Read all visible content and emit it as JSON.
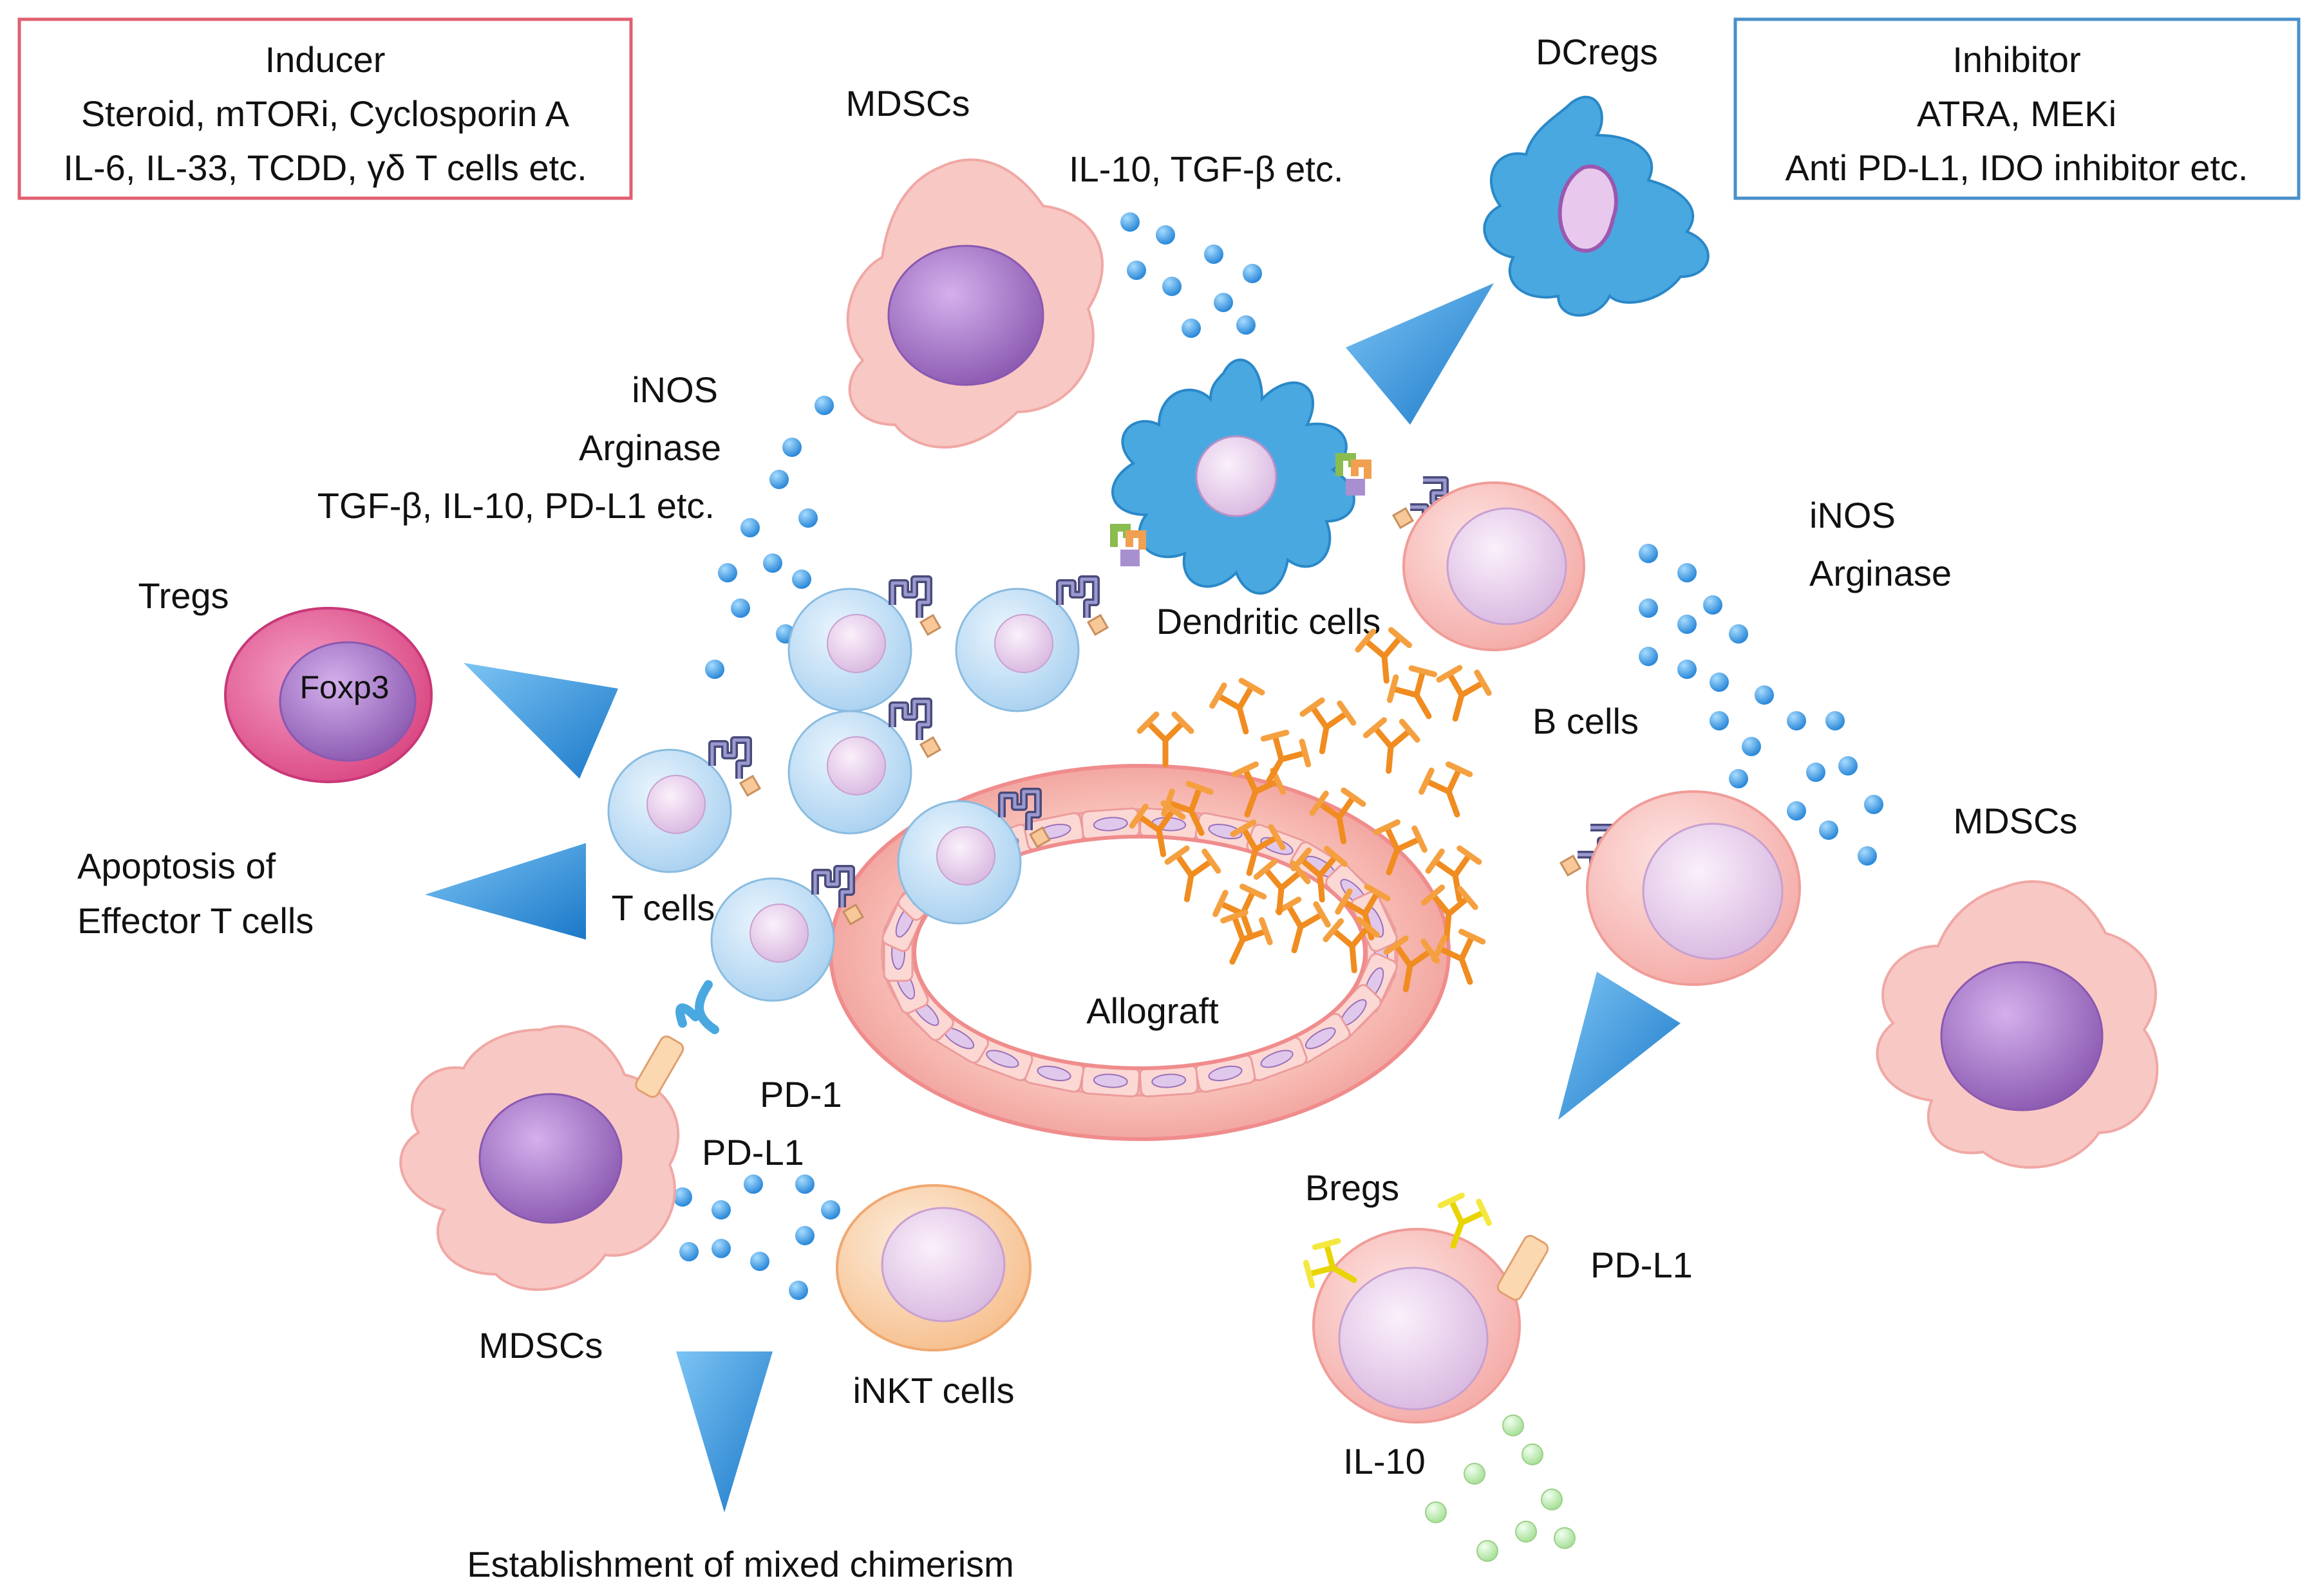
{
  "inducer_box": {
    "title": "Inducer",
    "line1": "Steroid, mTORi, Cyclosporin A",
    "line2": "IL-6, IL-33, TCDD, γδ T cells etc.",
    "border_color": "#e06070"
  },
  "inhibitor_box": {
    "title": "Inhibitor",
    "line1": "ATRA, MEKi",
    "line2": "Anti PD-L1, IDO inhibitor etc.",
    "border_color": "#4a90c8"
  },
  "labels": {
    "mdscs_top": "MDSCs",
    "dcregs": "DCregs",
    "il10_tgfb": "IL-10, TGF-β etc.",
    "inos_left": "iNOS",
    "arginase_left": "Arginase",
    "tgfb_il10_pdl1": "TGF-β, IL-10, PD-L1 etc.",
    "tregs": "Tregs",
    "foxp3": "Foxp3",
    "dendritic_cells": "Dendritic cells",
    "inos_right": "iNOS",
    "arginase_right": "Arginase",
    "b_cells": "B cells",
    "mdscs_right": "MDSCs",
    "apoptosis_line1": "Apoptosis of",
    "apoptosis_line2": "Effector T cells",
    "t_cells": "T cells",
    "allograft": "Allograft",
    "pd1": "PD-1",
    "pdl1_left": "PD-L1",
    "mdscs_bottom": "MDSCs",
    "inkt_cells": "iNKT cells",
    "bregs": "Bregs",
    "pdl1_right": "PD-L1",
    "il10_bottom": "IL-10",
    "mixed_chimerism": "Establishment of mixed chimerism"
  },
  "colors": {
    "mdsc_body": "#f8c8c4",
    "mdsc_nucleus": "#a878c8",
    "dc_blue": "#4aa8e0",
    "tcell_body": "#cfe6f8",
    "tcell_nucleus": "#efd8f0",
    "treg_outer": "#e8609c",
    "bcell_body": "#fcd0cc",
    "inkt_body": "#fcd8b4",
    "antibody": "#f08c20",
    "breg_antibody": "#f0e020",
    "arrow_blue": "#2a8fd8",
    "dot_blue": "#4aa8e8",
    "dot_green": "#c8f0b8",
    "receptor": "#5a5a8a"
  }
}
